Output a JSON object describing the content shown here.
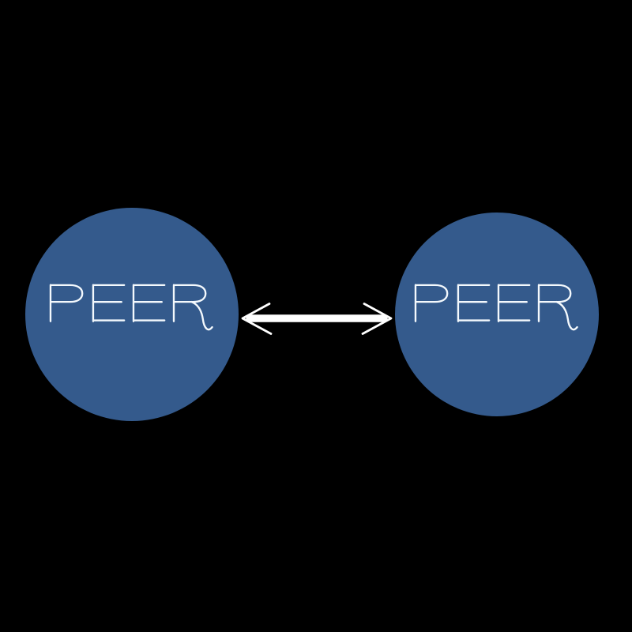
{
  "background_color": "#000000",
  "diagram": {
    "type": "peer-to-peer-network",
    "nodes": [
      {
        "id": "peer-left",
        "label": "PEER",
        "fill": "#345A8C",
        "label_color": "#F4F9FD",
        "shape": "circle"
      },
      {
        "id": "peer-right",
        "label": "PEER",
        "fill": "#345A8C",
        "label_color": "#F4F9FD",
        "shape": "circle"
      }
    ],
    "connector": {
      "type": "bidirectional-arrow",
      "color": "#FFFFFF",
      "from": "peer-left",
      "to": "peer-right"
    }
  }
}
